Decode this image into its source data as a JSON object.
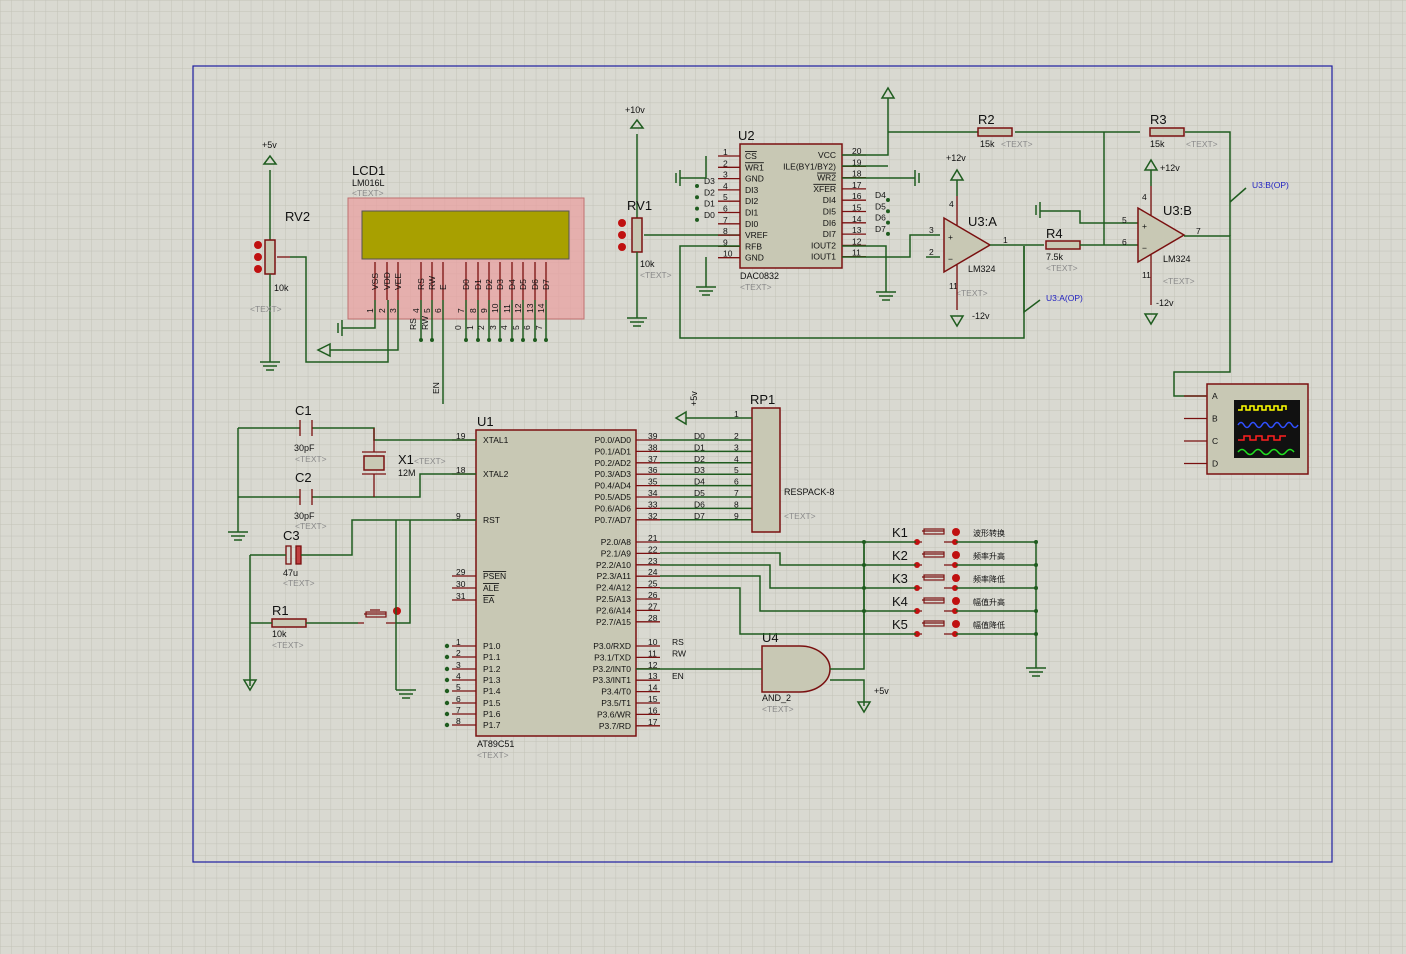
{
  "text_placeholder": "<TEXT>",
  "power": {
    "p5v": "+5v",
    "p10v": "+10v",
    "p12v": "+12v",
    "m12v": "-12v"
  },
  "components": {
    "lcd1": {
      "ref": "LCD1",
      "value": "LM016L",
      "pins": [
        "VSS",
        "VDD",
        "VEE",
        "RS",
        "RW",
        "E",
        "D0",
        "D1",
        "D2",
        "D3",
        "D4",
        "D5",
        "D6",
        "D7"
      ],
      "pin_numbers": [
        "1",
        "2",
        "3",
        "4",
        "5",
        "6",
        "7",
        "8",
        "9",
        "10",
        "11",
        "12",
        "13",
        "14"
      ],
      "net_labels": [
        "RS",
        "RW",
        "EN",
        "0",
        "1",
        "2",
        "3",
        "4",
        "5",
        "6",
        "7"
      ]
    },
    "rv2": {
      "ref": "RV2",
      "value": "10k"
    },
    "rv1": {
      "ref": "RV1",
      "value": "10k"
    },
    "u2": {
      "ref": "U2",
      "value": "DAC0832",
      "left_pins": [
        [
          "1",
          "CS"
        ],
        [
          "2",
          "WR1"
        ],
        [
          "3",
          "GND"
        ],
        [
          "4",
          "DI3"
        ],
        [
          "5",
          "DI2"
        ],
        [
          "6",
          "DI1"
        ],
        [
          "7",
          "DI0"
        ],
        [
          "8",
          "VREF"
        ],
        [
          "9",
          "RFB"
        ],
        [
          "10",
          "GND"
        ]
      ],
      "right_pins": [
        [
          "20",
          "VCC"
        ],
        [
          "19",
          "ILE(BY1/BY2)"
        ],
        [
          "18",
          "WR2"
        ],
        [
          "17",
          "XFER"
        ],
        [
          "16",
          "DI4"
        ],
        [
          "15",
          "DI5"
        ],
        [
          "14",
          "DI6"
        ],
        [
          "13",
          "DI7"
        ],
        [
          "12",
          "IOUT2"
        ],
        [
          "11",
          "IOUT1"
        ]
      ],
      "left_nets": [
        "D3",
        "D2",
        "D1",
        "D0"
      ],
      "right_nets": [
        "D4",
        "D5",
        "D6",
        "D7"
      ]
    },
    "u3a": {
      "ref": "U3:A",
      "value": "LM324",
      "pins": [
        "3",
        "2",
        "4",
        "11",
        "1"
      ]
    },
    "u3b": {
      "ref": "U3:B",
      "value": "LM324",
      "pins": [
        "5",
        "6",
        "4",
        "11",
        "7"
      ]
    },
    "r2": {
      "ref": "R2",
      "value": "15k"
    },
    "r3": {
      "ref": "R3",
      "value": "15k"
    },
    "r4": {
      "ref": "R4",
      "value": "7.5k"
    },
    "r1": {
      "ref": "R1",
      "value": "10k"
    },
    "c1": {
      "ref": "C1",
      "value": "30pF"
    },
    "c2": {
      "ref": "C2",
      "value": "30pF"
    },
    "c3": {
      "ref": "C3",
      "value": "47u"
    },
    "x1": {
      "ref": "X1",
      "value": "12M"
    },
    "rp1": {
      "ref": "RP1",
      "value": "RESPACK-8",
      "pins": [
        "1",
        "2",
        "3",
        "4",
        "5",
        "6",
        "7",
        "8",
        "9"
      ]
    },
    "u4": {
      "ref": "U4",
      "value": "AND_2"
    },
    "u1": {
      "ref": "U1",
      "value": "AT89C51",
      "left_pins": [
        [
          "19",
          "XTAL1"
        ],
        [
          "18",
          "XTAL2"
        ],
        [
          "9",
          "RST"
        ],
        [
          "29",
          "PSEN"
        ],
        [
          "30",
          "ALE"
        ],
        [
          "31",
          "EA"
        ],
        [
          "1",
          "P1.0"
        ],
        [
          "2",
          "P1.1"
        ],
        [
          "3",
          "P1.2"
        ],
        [
          "4",
          "P1.3"
        ],
        [
          "5",
          "P1.4"
        ],
        [
          "6",
          "P1.5"
        ],
        [
          "7",
          "P1.6"
        ],
        [
          "8",
          "P1.7"
        ]
      ],
      "right_pins": [
        [
          "39",
          "P0.0/AD0"
        ],
        [
          "38",
          "P0.1/AD1"
        ],
        [
          "37",
          "P0.2/AD2"
        ],
        [
          "36",
          "P0.3/AD3"
        ],
        [
          "35",
          "P0.4/AD4"
        ],
        [
          "34",
          "P0.5/AD5"
        ],
        [
          "33",
          "P0.6/AD6"
        ],
        [
          "32",
          "P0.7/AD7"
        ],
        [
          "21",
          "P2.0/A8"
        ],
        [
          "22",
          "P2.1/A9"
        ],
        [
          "23",
          "P2.2/A10"
        ],
        [
          "24",
          "P2.3/A11"
        ],
        [
          "25",
          "P2.4/A12"
        ],
        [
          "26",
          "P2.5/A13"
        ],
        [
          "27",
          "P2.6/A14"
        ],
        [
          "28",
          "P2.7/A15"
        ],
        [
          "10",
          "P3.0/RXD"
        ],
        [
          "11",
          "P3.1/TXD"
        ],
        [
          "12",
          "P3.2/INT0"
        ],
        [
          "13",
          "P3.3/INT1"
        ],
        [
          "14",
          "P3.4/T0"
        ],
        [
          "15",
          "P3.5/T1"
        ],
        [
          "16",
          "P3.6/WR"
        ],
        [
          "17",
          "P3.7/RD"
        ]
      ],
      "p0_nets": [
        "D0",
        "D1",
        "D2",
        "D3",
        "D4",
        "D5",
        "D6",
        "D7"
      ],
      "p3_nets": [
        "RS",
        "RW",
        "",
        "EN"
      ]
    },
    "scope": {
      "channels": [
        "A",
        "B",
        "C",
        "D"
      ]
    },
    "keys": [
      {
        "ref": "K1",
        "label": "波形转换"
      },
      {
        "ref": "K2",
        "label": "频率升高"
      },
      {
        "ref": "K3",
        "label": "频率降低"
      },
      {
        "ref": "K4",
        "label": "幅值升高"
      },
      {
        "ref": "K5",
        "label": "幅值降低"
      }
    ]
  },
  "probes": {
    "u3a_op": "U3:A(OP)",
    "u3b_op": "U3:B(OP)"
  },
  "net_en": "EN",
  "colors": {
    "background": "#d9d9d1",
    "grid": "#c2c2b8",
    "wire": "#1f5c1f",
    "component_body": "#c8c8b4",
    "pin": "#7a1010",
    "sheet_border": "#1e1ea0",
    "lcd_highlight": "#e8a0a0",
    "lcd_screen": "#a8a000"
  }
}
